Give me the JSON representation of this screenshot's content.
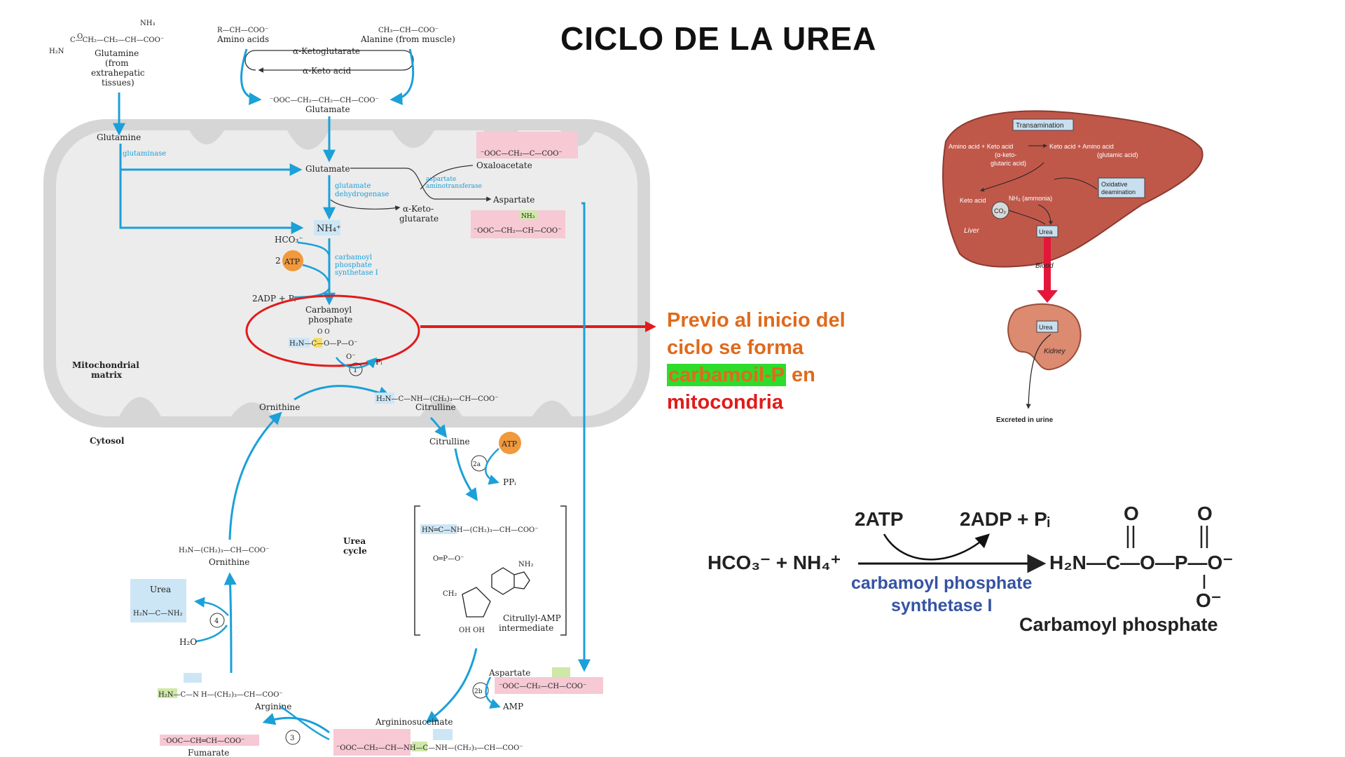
{
  "title": "CICLO DE LA UREA",
  "note": {
    "line1": "Previo al inicio del",
    "line2": "ciclo se forma",
    "highlight": "carbamoil-P",
    "after_highlight": " en",
    "line4": "mitocondria"
  },
  "colors": {
    "pathway_arrow": "#1ba0d8",
    "mitochondrion": "#ececec",
    "highlight_green": "#2ddc2d",
    "highlight_pink": "#f6c9d4",
    "note_orange": "#e06a1b",
    "note_red": "#e11b1b",
    "liver": "#c0584a"
  },
  "diagram": {
    "glutamine_top": "Glutamine",
    "glutamine_from1": "(from",
    "glutamine_from2": "extrahepatic",
    "glutamine_from3": "tissues)",
    "amino_acids": "Amino acids",
    "alanine": "Alanine (from muscle)",
    "a_ketoglutarate": "α-Ketoglutarate",
    "a_keto_acid": "α-Keto acid",
    "glutamate_top": "Glutamate",
    "glutamine_mito": "Glutamine",
    "glutaminase": "glutaminase",
    "glutamate_mito": "Glutamate",
    "oxaloacetate": "Oxaloacetate",
    "asp_amino1": "aspartate",
    "asp_amino2": "aminotransferase",
    "aspartate_mito": "Aspartate",
    "glu_dh1": "glutamate",
    "glu_dh2": "dehydrogenase",
    "a_keto_glut1": "α-Keto-",
    "a_keto_glut2": "glutarate",
    "nh4": "NH₄⁺",
    "hco3": "HCO₃⁻",
    "atp2": "2",
    "atp_label": "ATP",
    "cps1": "carbamoyl",
    "cps2": "phosphate",
    "cps3": "synthetase I",
    "adp_pi": "2ADP + Pᵢ",
    "carbamoyl1": "Carbamoyl",
    "carbamoyl2": "phosphate",
    "pi": "Pᵢ",
    "mito_matrix1": "Mitochondrial",
    "mito_matrix2": "matrix",
    "ornithine_mito": "Ornithine",
    "citrulline_mito": "Citrulline",
    "cytosol": "Cytosol",
    "citrulline_cyto": "Citrulline",
    "atp_cyto": "ATP",
    "ppi": "PPᵢ",
    "ornithine_cyto": "Ornithine",
    "urea_cycle1": "Urea",
    "urea_cycle2": "cycle",
    "urea_box": "Urea",
    "water": "H₂O",
    "citrullyl1": "Citrullyl-AMP",
    "citrullyl2": "intermediate",
    "aspartate_cyto": "Aspartate",
    "amp": "AMP",
    "arginine": "Arginine",
    "argininosuccinate": "Argininosuccinate",
    "fumarate": "Fumarate",
    "step1": "1",
    "step2a": "2a",
    "step2b": "2b",
    "step3": "3",
    "step4": "4"
  },
  "liver_panel": {
    "transamination": "Transamination",
    "aa_line1": "Amino acid + Keto acid",
    "aa_line2": "(α-keto-",
    "aa_line3": "glutaric acid)",
    "ka_line1": "Keto acid + Amino acid",
    "ka_line2": "(glutamic acid)",
    "oxidative1": "Oxidative",
    "oxidative2": "deamination",
    "keto_acid": "Keto acid",
    "nh3": "NH₃ (ammonia)",
    "co2": "CO₂",
    "liver": "Liver",
    "urea_liver": "Urea",
    "blood": "Blood",
    "urea_kidney": "Urea",
    "kidney": "Kidney",
    "excreted": "Excreted in urine"
  },
  "reaction": {
    "atp": "2ATP",
    "adp": "2ADP + Pᵢ",
    "reactants": "HCO₃⁻ + NH₄⁺",
    "enzyme1": "carbamoyl phosphate",
    "enzyme2": "synthetase I",
    "product": "Carbamoyl phosphate"
  }
}
